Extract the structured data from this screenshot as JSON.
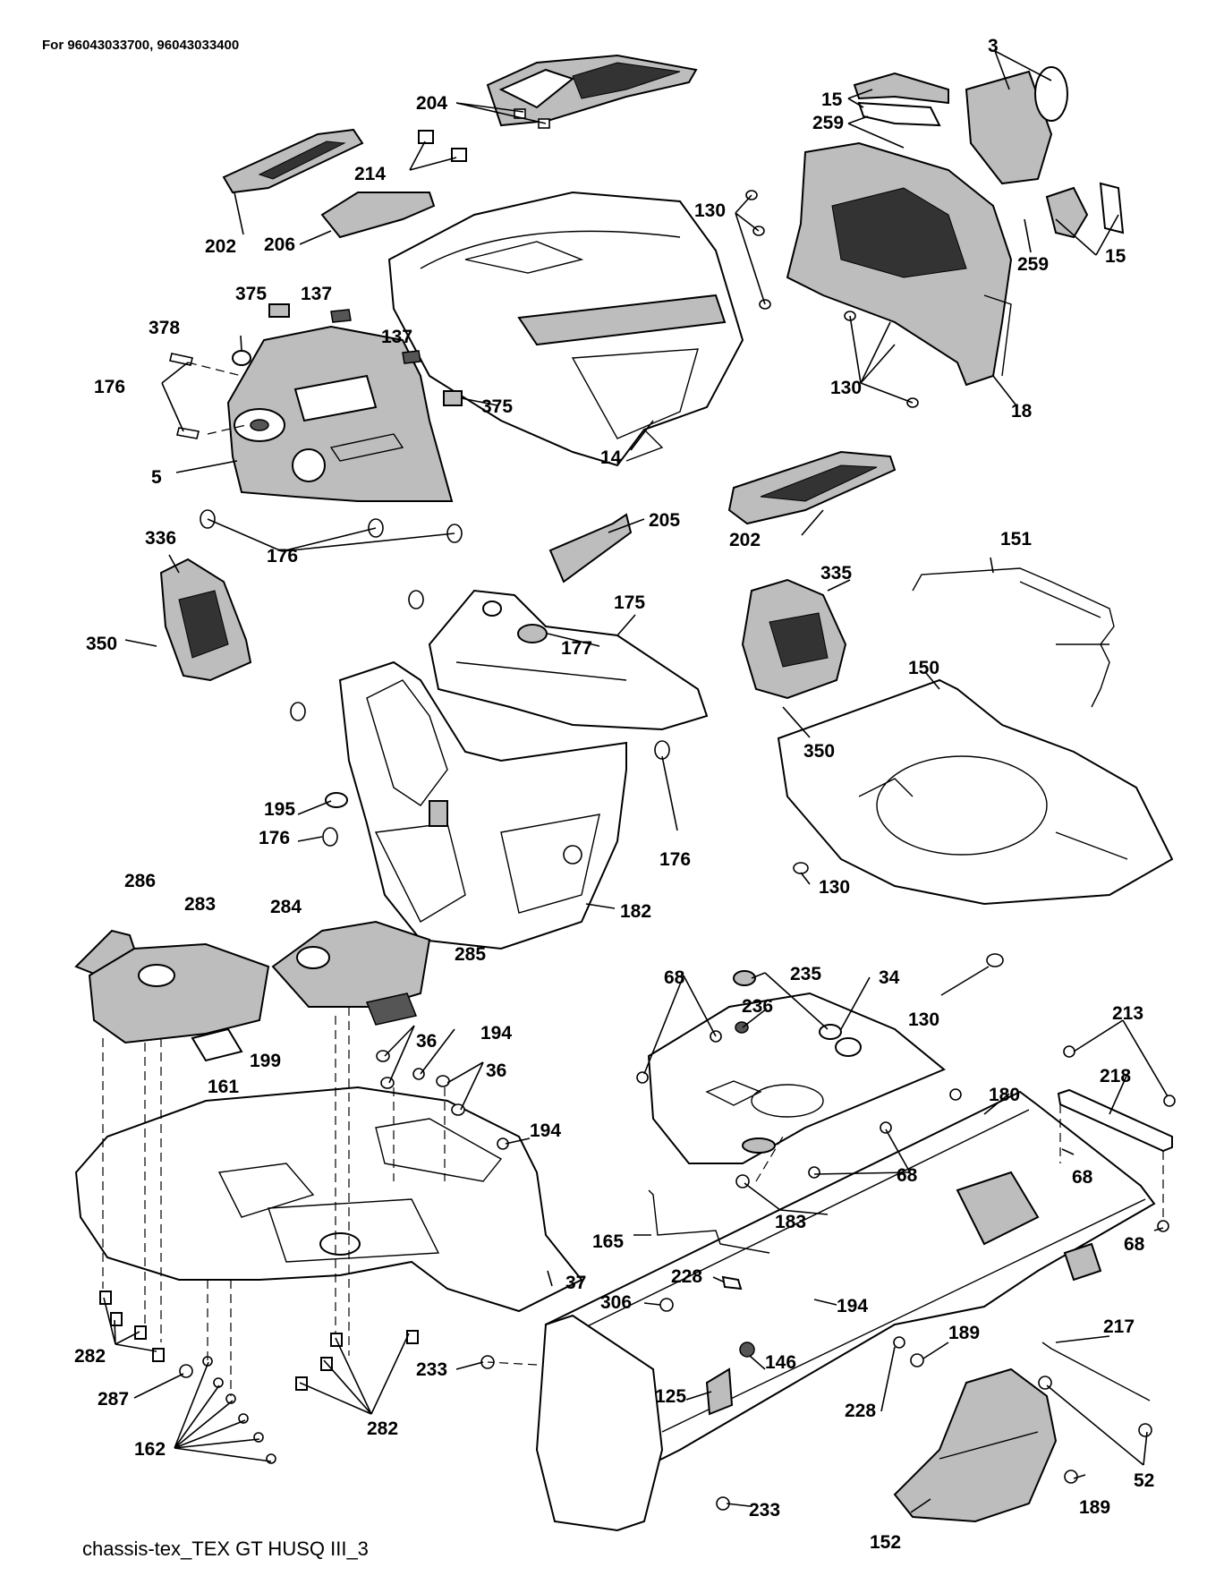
{
  "header": "For 96043033700, 96043033400",
  "footer": "chassis-tex_TEX GT HUSQ III_3",
  "callouts": {
    "c3": "3",
    "c15a": "15",
    "c259a": "259",
    "c204": "204",
    "c214": "214",
    "c202a": "202",
    "c206": "206",
    "c130a": "130",
    "c259b": "259",
    "c15b": "15",
    "c375a": "375",
    "c137a": "137",
    "c378": "378",
    "c137b": "137",
    "c176a": "176",
    "c375b": "375",
    "c5": "5",
    "c14": "14",
    "c130b": "130",
    "c18": "18",
    "c205": "205",
    "c202b": "202",
    "c176b": "176",
    "c336": "336",
    "c175": "175",
    "c151": "151",
    "c335": "335",
    "c177": "177",
    "c350a": "350",
    "c150": "150",
    "c350b": "350",
    "c195": "195",
    "c176c": "176",
    "c176d": "176",
    "c130c": "130",
    "c182": "182",
    "c286": "286",
    "c283": "283",
    "c284": "284",
    "c285": "285",
    "c68a": "68",
    "c235": "235",
    "c34": "34",
    "c236": "236",
    "c130d": "130",
    "c213": "213",
    "c194a": "194",
    "c36a": "36",
    "c199": "199",
    "c36b": "36",
    "c161": "161",
    "c218": "218",
    "c180": "180",
    "c194b": "194",
    "c68b": "68",
    "c68c": "68",
    "c183": "183",
    "c165": "165",
    "c68d": "68",
    "c37": "37",
    "c228a": "228",
    "c306": "306",
    "c194c": "194",
    "c217": "217",
    "c189a": "189",
    "c146": "146",
    "c282a": "282",
    "c233a": "233",
    "c125": "125",
    "c287": "287",
    "c228b": "228",
    "c282b": "282",
    "c162": "162",
    "c52": "52",
    "c233b": "233",
    "c189b": "189",
    "c152": "152"
  }
}
